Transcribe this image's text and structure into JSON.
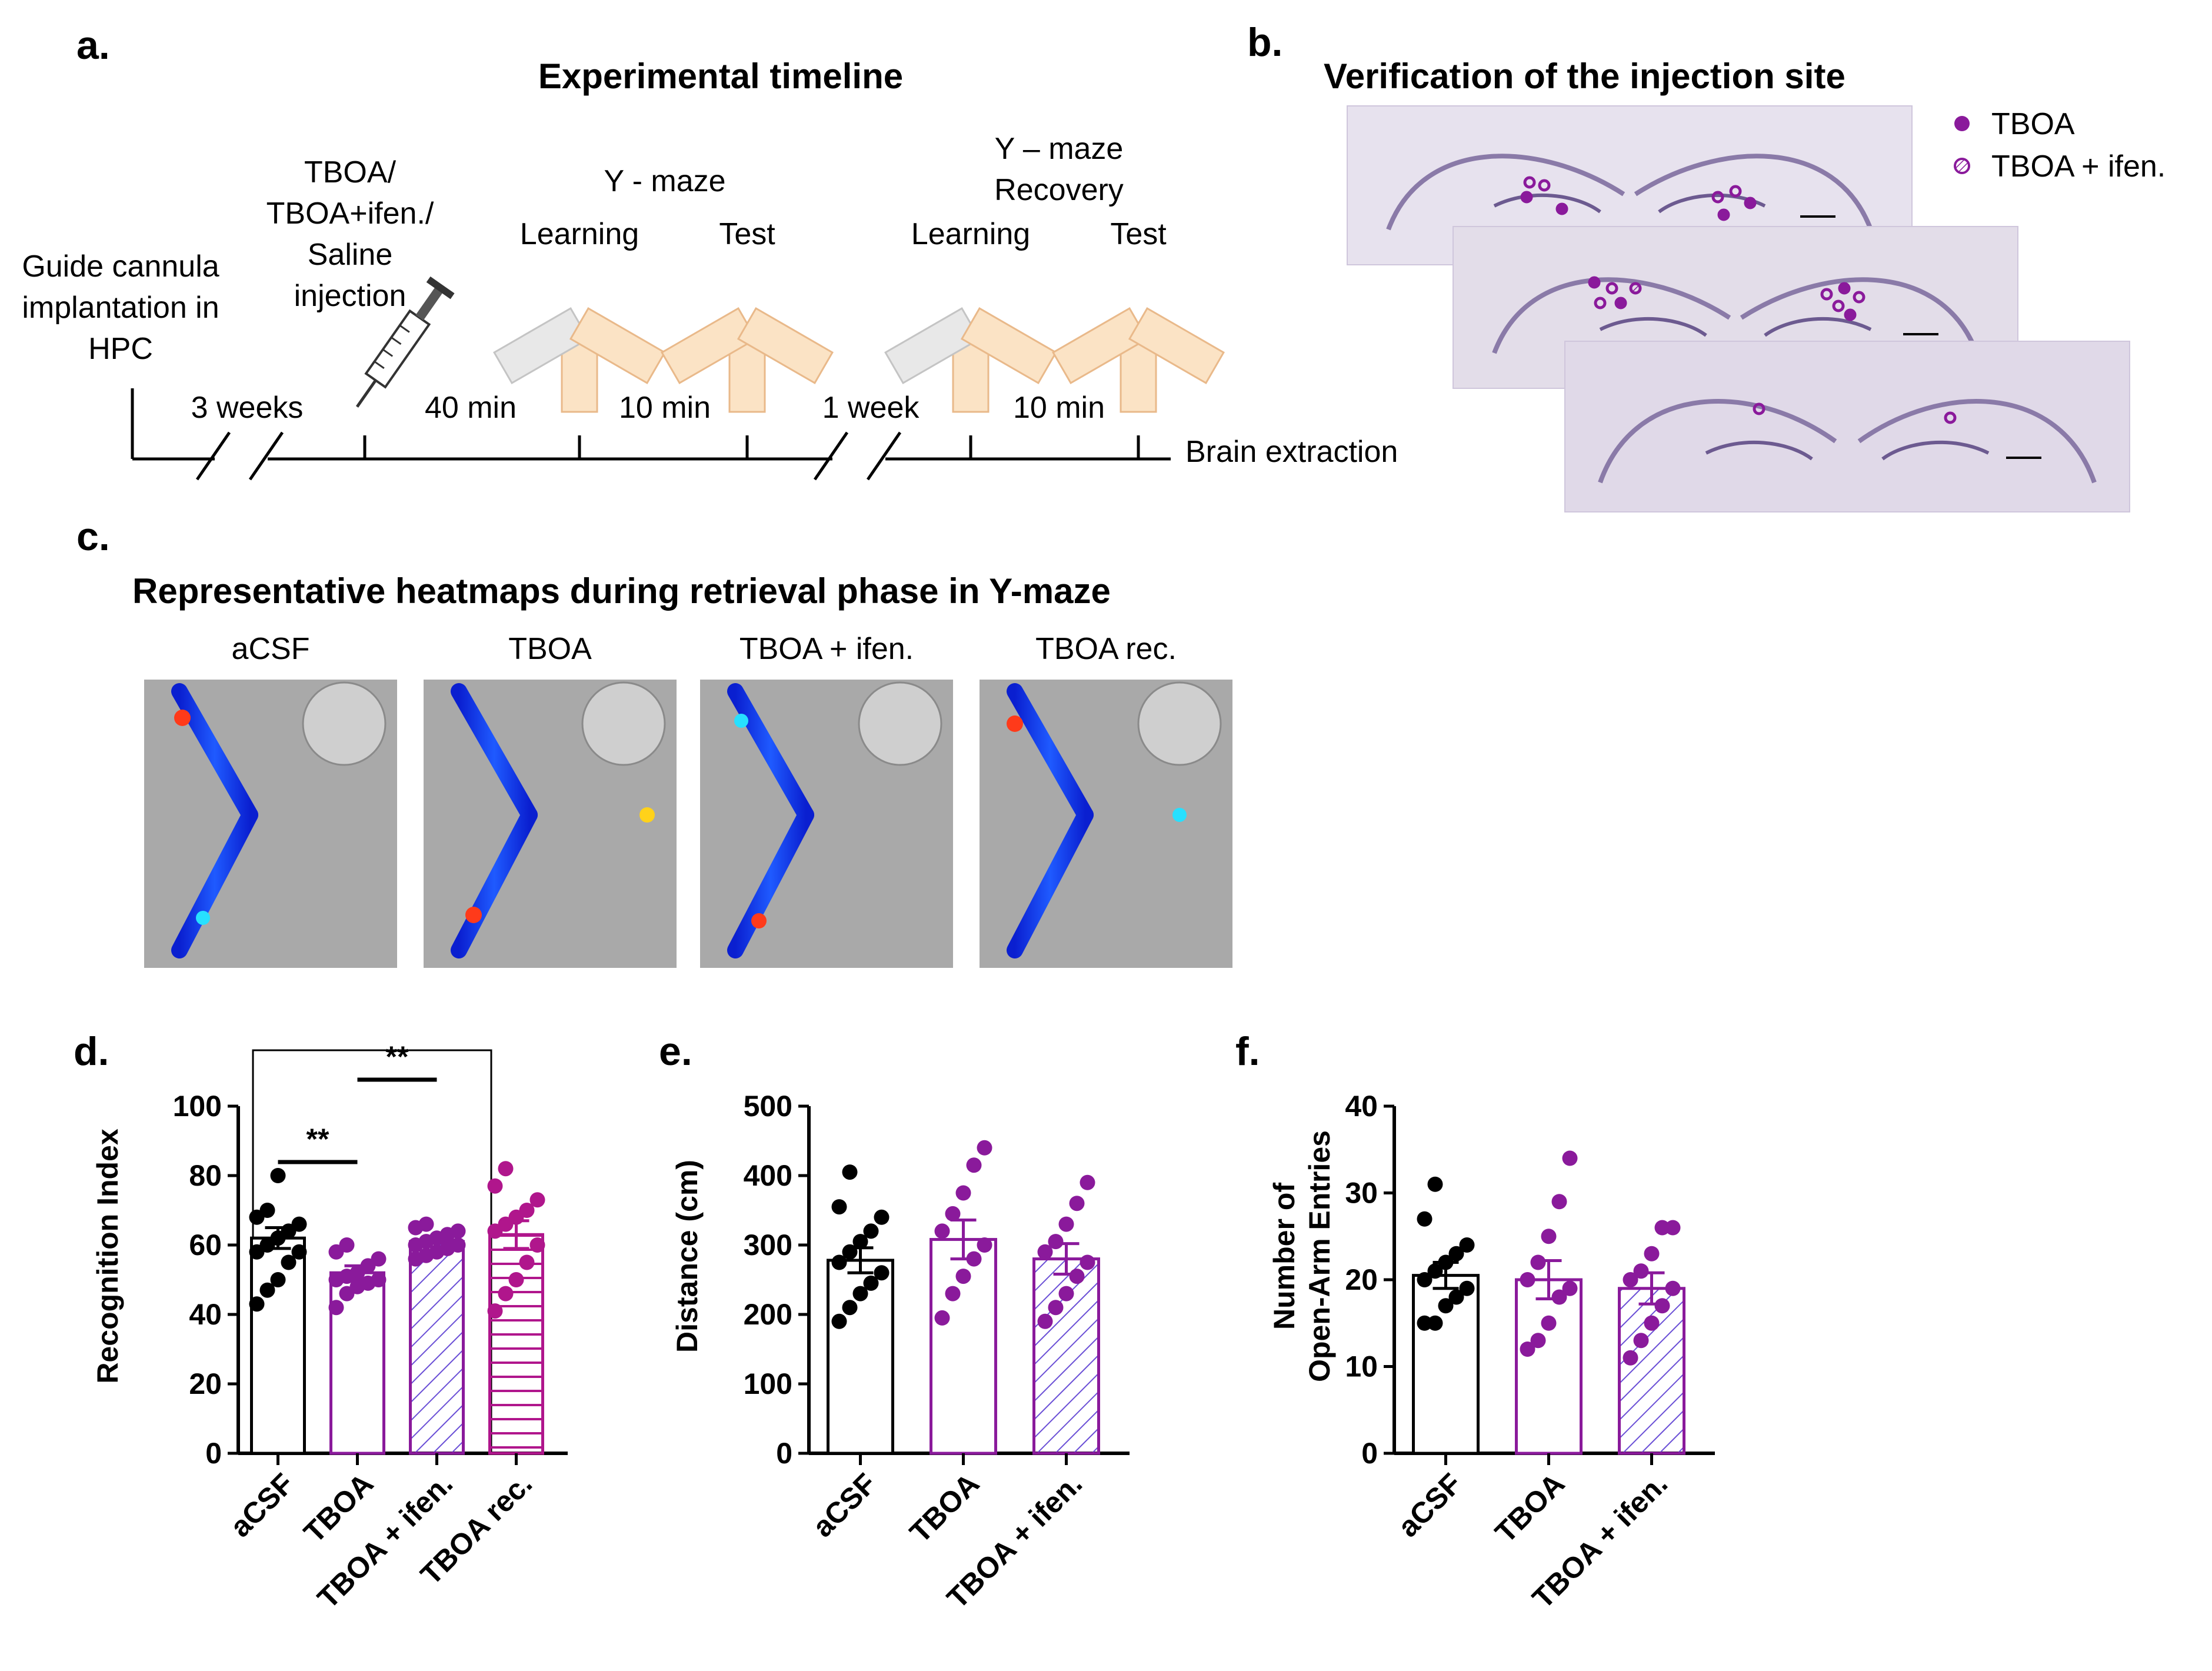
{
  "panel_a": {
    "label": "a.",
    "title": "Experimental timeline",
    "guide_lines": [
      "Guide cannula",
      "implantation  in",
      "HPC"
    ],
    "inj_lines": [
      "TBOA/",
      "TBOA+ifen./",
      "Saline",
      "injection"
    ],
    "ymaze_label": "Y - maze",
    "ymaze_recovery_lines": [
      "Y – maze",
      "Recovery"
    ],
    "learning": "Learning",
    "test": "Test",
    "learning2": "Learning",
    "test2": "Test",
    "interval_1": "3 weeks",
    "interval_2": "40 min",
    "interval_3": "10 min",
    "interval_4": "1 week",
    "interval_5": "10 min",
    "end_label": "Brain extraction"
  },
  "panel_b": {
    "label": "b.",
    "title": "Verification of the injection site",
    "legend": [
      {
        "label": "TBOA",
        "marker": "filled-circle"
      },
      {
        "label": "TBOA  + ifen.",
        "marker": "hatched-circle"
      }
    ]
  },
  "panel_c": {
    "label": "c.",
    "title": "Representative heatmaps during retrieval phase in Y-maze",
    "heatmaps": [
      "aCSF",
      "TBOA",
      "TBOA  + ifen.",
      "TBOA  rec."
    ]
  },
  "colors": {
    "acsf": "#000000",
    "tboa": "#8a1a9b",
    "ifen_hatch": "#6a4fd6",
    "rec": "#b0168c",
    "arm_fill": "#fbe3c5",
    "arm_stroke": "#e9b98a",
    "slice": "#d9d2e6"
  },
  "chart_data": [
    {
      "panel": "d.",
      "type": "bar",
      "ylabel": "Recognition Index",
      "ylim": [
        0,
        100
      ],
      "yticks": [
        0,
        20,
        40,
        60,
        80,
        100
      ],
      "categories": [
        "aCSF",
        "TBOA",
        "TBOA + ifen.",
        "TBOA rec."
      ],
      "values": [
        62,
        52,
        61,
        63
      ],
      "sem": [
        3,
        2,
        1.5,
        4
      ],
      "points": [
        [
          80,
          70,
          68,
          66,
          64,
          62,
          60,
          58,
          58,
          55,
          50,
          47,
          43
        ],
        [
          60,
          58,
          56,
          54,
          52,
          51,
          50,
          50,
          49,
          48,
          46,
          42
        ],
        [
          66,
          65,
          64,
          63,
          62,
          61,
          60,
          60,
          59,
          58,
          57,
          56
        ],
        [
          82,
          77,
          73,
          70,
          68,
          66,
          64,
          60,
          55,
          50,
          46,
          41
        ]
      ],
      "significance": [
        {
          "pair": [
            0,
            1
          ],
          "label": "**"
        },
        {
          "pair": [
            1,
            2
          ],
          "label": "**"
        }
      ]
    },
    {
      "panel": "e.",
      "type": "bar",
      "ylabel": "Distance (cm)",
      "ylim": [
        0,
        500
      ],
      "yticks": [
        0,
        100,
        200,
        300,
        400,
        500
      ],
      "categories": [
        "aCSF",
        "TBOA",
        "TBOA + ifen."
      ],
      "values": [
        278,
        308,
        280
      ],
      "sem": [
        18,
        28,
        22
      ],
      "points": [
        [
          405,
          355,
          340,
          320,
          305,
          290,
          275,
          260,
          245,
          230,
          210,
          190
        ],
        [
          440,
          415,
          375,
          345,
          320,
          300,
          280,
          255,
          230,
          195
        ],
        [
          390,
          360,
          330,
          305,
          290,
          275,
          255,
          230,
          210,
          190
        ]
      ]
    },
    {
      "panel": "f.",
      "type": "bar",
      "ylabel_lines": [
        "Number of",
        "Open-Arm Entries"
      ],
      "ylim": [
        0,
        40
      ],
      "yticks": [
        0,
        10,
        20,
        30,
        40
      ],
      "categories": [
        "aCSF",
        "TBOA",
        "TBOA + ifen."
      ],
      "values": [
        20.5,
        20,
        19
      ],
      "sem": [
        1.5,
        2.2,
        1.8
      ],
      "points": [
        [
          31,
          27,
          24,
          23,
          22,
          21,
          20,
          19,
          18,
          17,
          15,
          15
        ],
        [
          34,
          29,
          25,
          22,
          20,
          19,
          18,
          15,
          13,
          12
        ],
        [
          26,
          26,
          23,
          21,
          20,
          19,
          17,
          15,
          13,
          11
        ]
      ]
    }
  ]
}
